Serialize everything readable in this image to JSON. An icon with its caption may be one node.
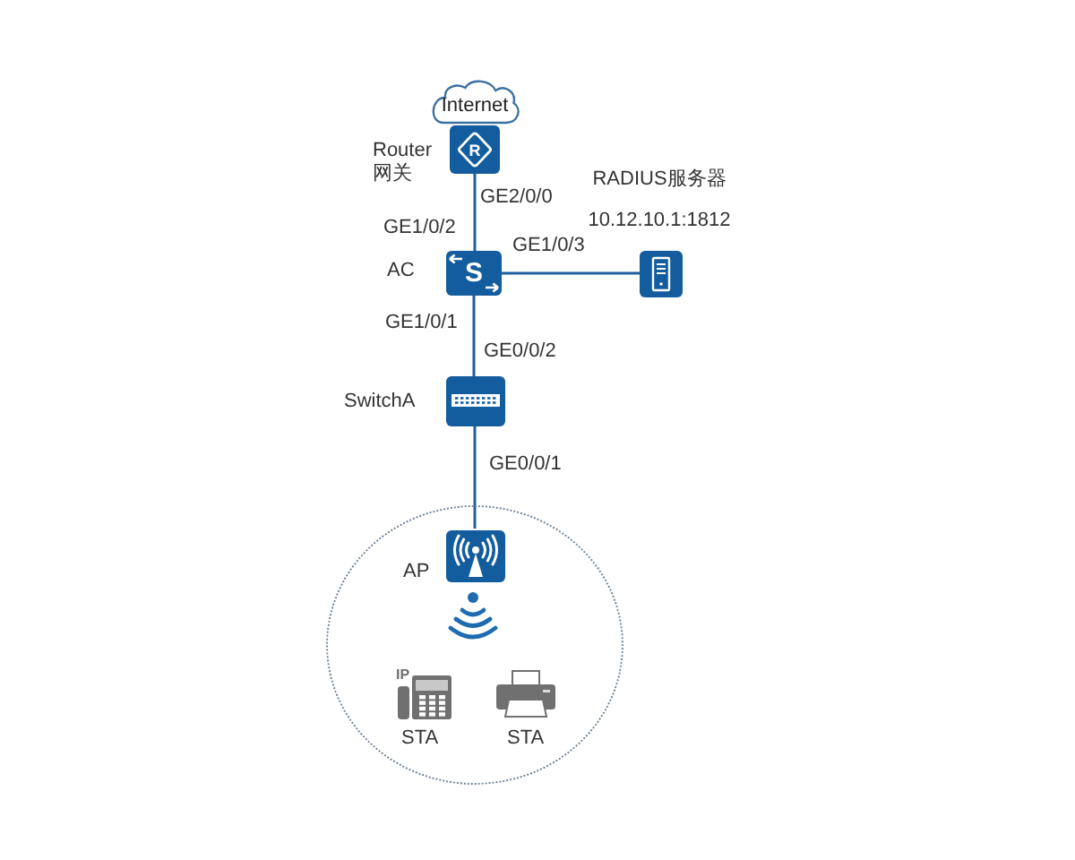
{
  "diagram": {
    "nodes": [
      {
        "text": [
          "Internet"
        ]
      },
      {
        "text": [
          "R"
        ],
        "beside": [
          "Router 网关"
        ]
      },
      {
        "text": [
          "S"
        ],
        "beside": [
          "AC"
        ]
      },
      {
        "text": [],
        "shape": "picture",
        "beside": [
          "RADIUS服务器",
          "10.12.10.1:1812"
        ]
      },
      {
        "text": [],
        "shape": "picture",
        "beside": [
          "SwitchA"
        ]
      },
      {
        "text": [],
        "shape": "circle"
      },
      {
        "text": [],
        "shape": "picture",
        "beside": [
          "AP"
        ],
        "in": 5
      },
      {
        "text": [
          "IP"
        ],
        "beside": [
          "STA"
        ],
        "in": 5
      },
      {
        "text": [],
        "shape": "picture",
        "beside": [
          "STA"
        ],
        "in": 5
      }
    ],
    "edges": [
      {
        "from": 1,
        "to": 2,
        "arrow": "none"
      },
      {
        "from": 2,
        "to": 3,
        "arrow": "none"
      },
      {
        "from": 2,
        "to": 4,
        "arrow": "none"
      },
      {
        "from": 4,
        "to": 6,
        "arrow": "none"
      }
    ],
    "labels": [
      "GE2/0/0",
      "GE1/0/2",
      "GE1/0/3",
      "GE1/0/1",
      "GE0/0/2",
      "GE0/0/1"
    ]
  }
}
